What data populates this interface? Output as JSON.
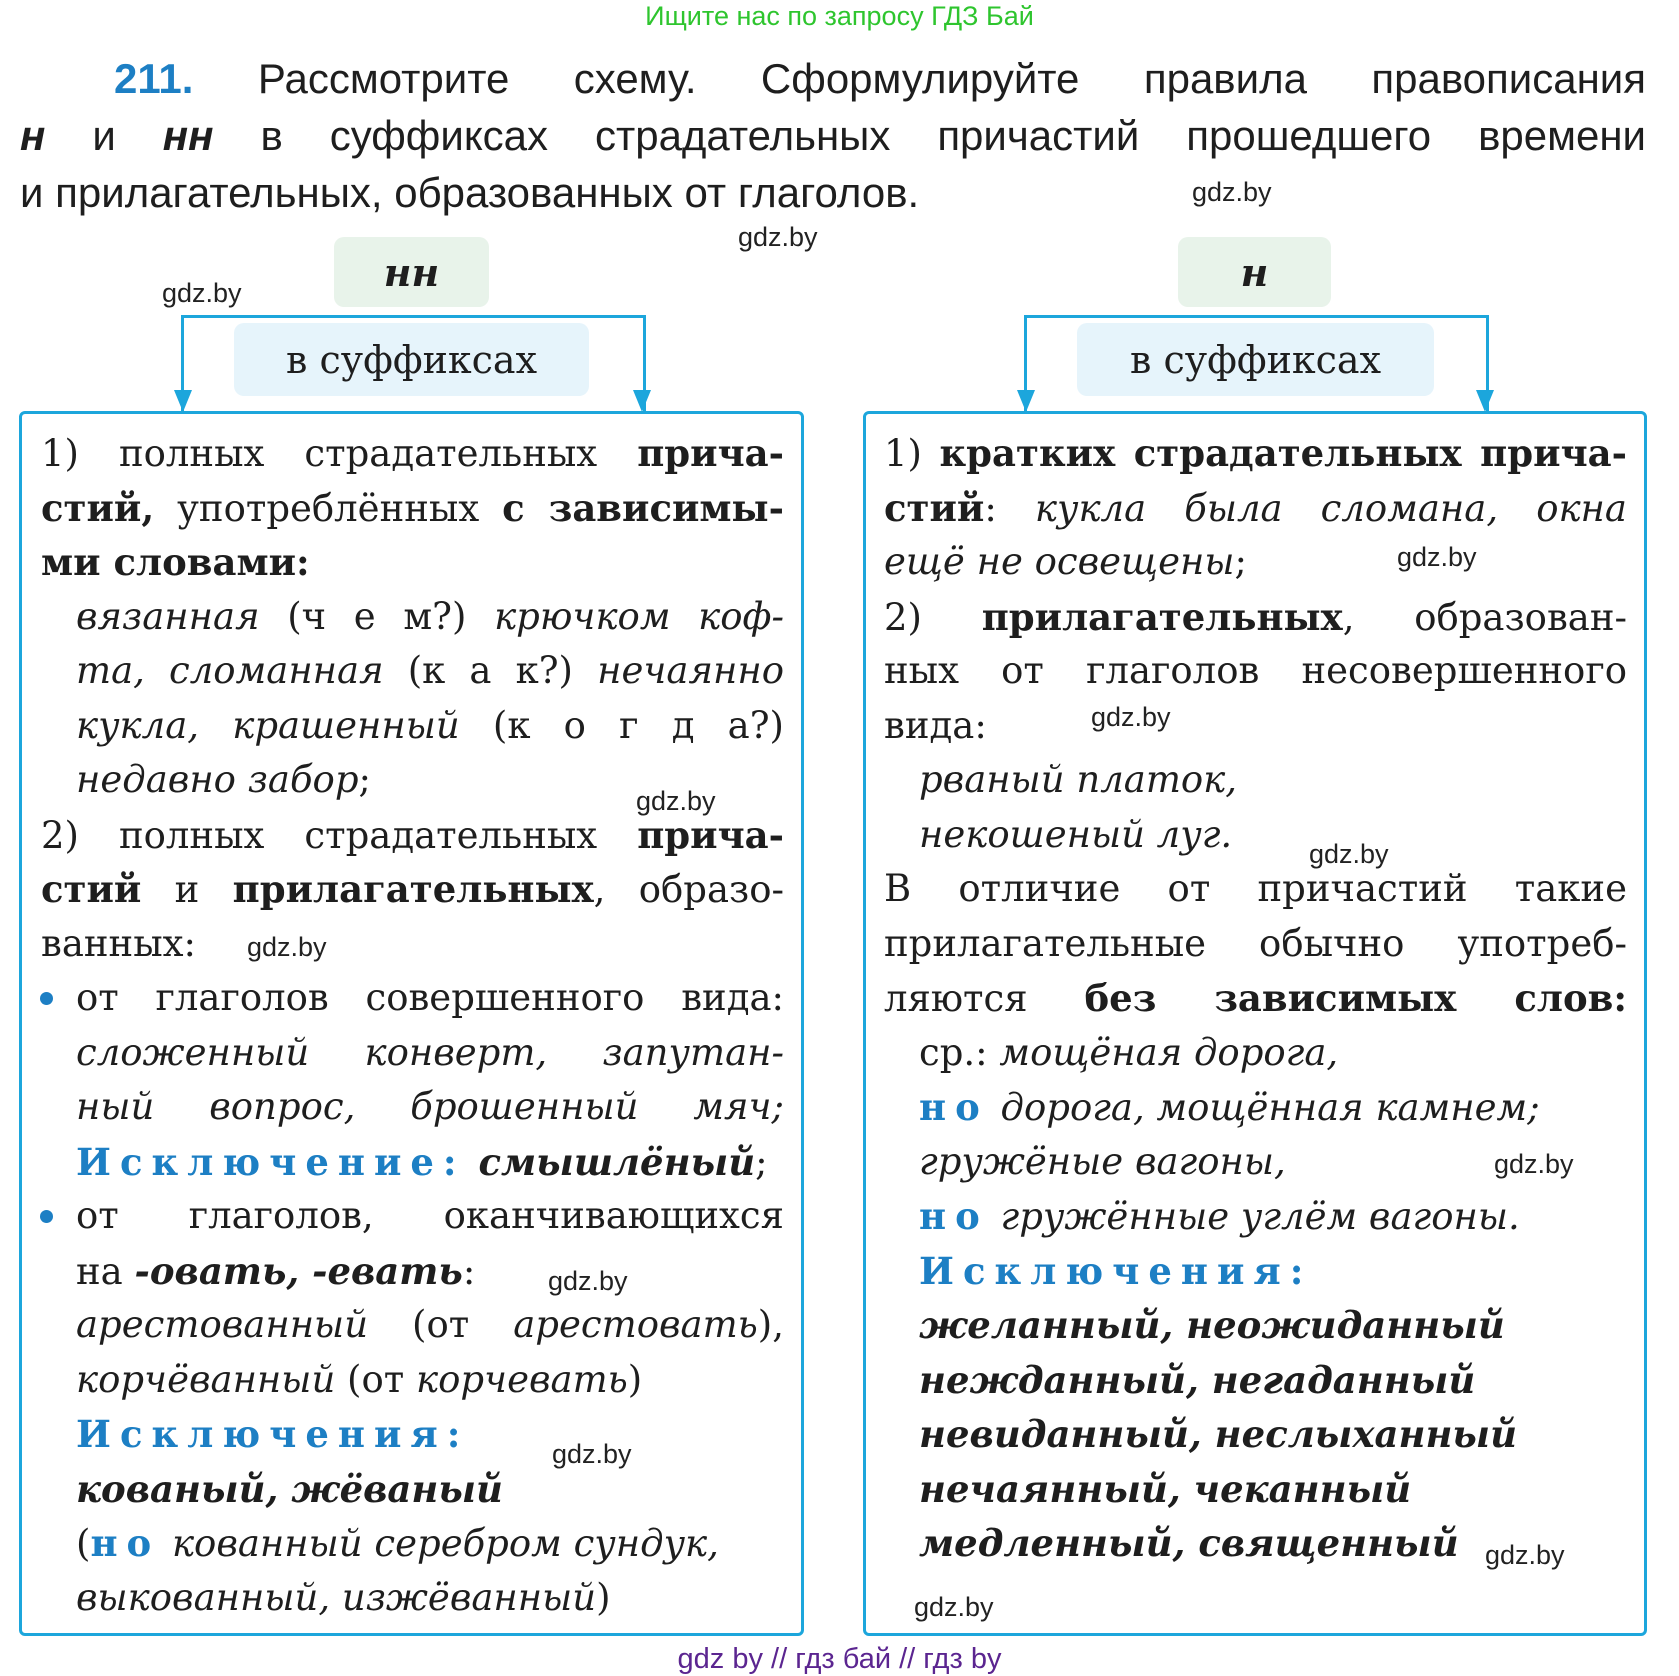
{
  "header_banner": "Ищите нас по запросу ГДЗ Бай",
  "task": {
    "number": "211.",
    "lines": [
      "Рассмотрите схему. Сформулируйте правила правописания",
      "в суффиксах страдательных причастий прошедшего времени",
      "и прилагательных, образованных от глаголов."
    ],
    "n": "н",
    "and": "и",
    "nn": "нн"
  },
  "scheme": {
    "left_tag": "нн",
    "right_tag": "н",
    "suffix_label_left": "в суффиксах",
    "suffix_label_right": "в суффиксах",
    "accent_color": "#1ca6dc",
    "left_box": [
      [
        {
          "t": "1) полных страдательных ",
          "s": ""
        },
        {
          "t": "прича-",
          "s": "b"
        }
      ],
      [
        {
          "t": "стий,",
          "s": "b"
        },
        {
          "t": " употреблённых ",
          "s": ""
        },
        {
          "t": "с зависимы-",
          "s": "b"
        }
      ],
      [
        {
          "t": "ми словами:",
          "s": "b"
        }
      ],
      [
        {
          "t": "вязанная ",
          "s": "i"
        },
        {
          "t": "(ч е м?) ",
          "s": ""
        },
        {
          "t": "крючком коф-",
          "s": "i"
        }
      ],
      [
        {
          "t": "та, сломанная ",
          "s": "i"
        },
        {
          "t": "(к а к?) ",
          "s": ""
        },
        {
          "t": "нечаянно",
          "s": "i"
        }
      ],
      [
        {
          "t": "кукла, крашенный ",
          "s": "i"
        },
        {
          "t": "(к о г д а?)",
          "s": ""
        }
      ],
      [
        {
          "t": "недавно забор",
          "s": "i"
        },
        {
          "t": ";",
          "s": ""
        }
      ],
      [
        {
          "t": "2) полных страдательных ",
          "s": ""
        },
        {
          "t": "прича-",
          "s": "b"
        }
      ],
      [
        {
          "t": "стий",
          "s": "b"
        },
        {
          "t": " и ",
          "s": ""
        },
        {
          "t": "прилагательных",
          "s": "b"
        },
        {
          "t": ", образо-",
          "s": ""
        }
      ],
      [
        {
          "t": "ванных:",
          "s": ""
        }
      ],
      [
        {
          "t": "от глаголов совершенного вида:",
          "s": ""
        }
      ],
      [
        {
          "t": "сложенный конверт, запутан-",
          "s": "i"
        }
      ],
      [
        {
          "t": "ный вопрос, брошенный мяч;",
          "s": "i"
        }
      ],
      [
        {
          "t": "Исключение:",
          "s": "blue"
        },
        {
          "t": " смышлёный",
          "s": "bi"
        },
        {
          "t": ";",
          "s": ""
        }
      ],
      [
        {
          "t": "от глаголов, оканчивающихся",
          "s": ""
        }
      ],
      [
        {
          "t": "на ",
          "s": ""
        },
        {
          "t": "-овать, -евать",
          "s": "bi"
        },
        {
          "t": ":",
          "s": ""
        }
      ],
      [
        {
          "t": "арестованный ",
          "s": "i"
        },
        {
          "t": "(от ",
          "s": ""
        },
        {
          "t": "арестовать",
          "s": "i"
        },
        {
          "t": "),",
          "s": ""
        }
      ],
      [
        {
          "t": "корчёванный ",
          "s": "i"
        },
        {
          "t": "(от ",
          "s": ""
        },
        {
          "t": "корчевать",
          "s": "i"
        },
        {
          "t": ")",
          "s": ""
        }
      ],
      [
        {
          "t": "Исключения:",
          "s": "blue"
        }
      ],
      [
        {
          "t": "кованый, жёваный",
          "s": "bi"
        }
      ],
      [
        {
          "t": "(",
          "s": ""
        },
        {
          "t": "но",
          "s": "blue"
        },
        {
          "t": " кованный серебром сундук,",
          "s": "i"
        }
      ],
      [
        {
          "t": "выкованный, изжёванный",
          "s": "i"
        },
        {
          "t": ")",
          "s": ""
        }
      ]
    ],
    "right_box": [
      [
        {
          "t": "1) ",
          "s": ""
        },
        {
          "t": "кратких страдательных прича-",
          "s": "b"
        }
      ],
      [
        {
          "t": "стий",
          "s": "b"
        },
        {
          "t": ": ",
          "s": ""
        },
        {
          "t": "кукла была сломана, окна",
          "s": "i"
        }
      ],
      [
        {
          "t": "ещё не освещены",
          "s": "i"
        },
        {
          "t": ";",
          "s": ""
        }
      ],
      [
        {
          "t": "2) ",
          "s": ""
        },
        {
          "t": "прилагательных",
          "s": "b"
        },
        {
          "t": ", образован-",
          "s": ""
        }
      ],
      [
        {
          "t": "ных от глаголов несовершенного",
          "s": ""
        }
      ],
      [
        {
          "t": "вида:",
          "s": ""
        }
      ],
      [
        {
          "t": "рваный платок,",
          "s": "i"
        }
      ],
      [
        {
          "t": "некошеный луг.",
          "s": "i"
        }
      ],
      [
        {
          "t": "В отличие от причастий такие",
          "s": ""
        }
      ],
      [
        {
          "t": "прилагательные обычно употреб-",
          "s": ""
        }
      ],
      [
        {
          "t": "ляются ",
          "s": ""
        },
        {
          "t": "без зависимых слов:",
          "s": "b"
        }
      ],
      [
        {
          "t": "ср.: ",
          "s": ""
        },
        {
          "t": "мощёная дорога,",
          "s": "i"
        }
      ],
      [
        {
          "t": "но",
          "s": "blue"
        },
        {
          "t": " дорога, мощённая камнем;",
          "s": "i"
        }
      ],
      [
        {
          "t": "гружёные вагоны,",
          "s": "i"
        }
      ],
      [
        {
          "t": "но",
          "s": "blue"
        },
        {
          "t": " гружённые углём вагоны.",
          "s": "i"
        }
      ],
      [
        {
          "t": "Исключения:",
          "s": "blue"
        }
      ],
      [
        {
          "t": "желанный, неожиданный",
          "s": "bi"
        }
      ],
      [
        {
          "t": "нежданный, негаданный",
          "s": "bi"
        }
      ],
      [
        {
          "t": "невиданный, неслыханный",
          "s": "bi"
        }
      ],
      [
        {
          "t": "нечаянный, чеканный",
          "s": "bi"
        }
      ],
      [
        {
          "t": "медленный, священный",
          "s": "bi"
        }
      ]
    ]
  },
  "watermark": "gdz.by",
  "footer": "gdz by  //  гдз бай  //  гдз by"
}
